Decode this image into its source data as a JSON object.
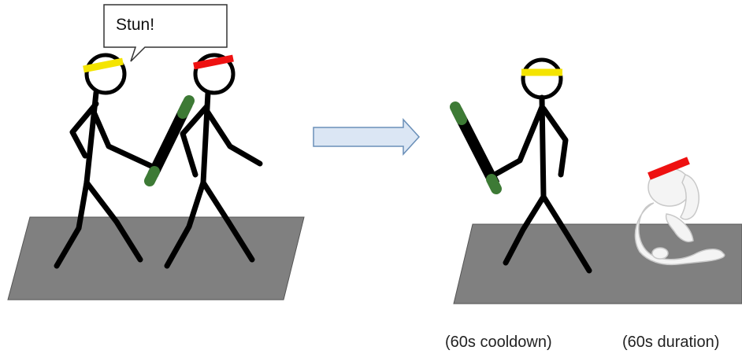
{
  "speech_bubble": {
    "text": "Stun!"
  },
  "captions": {
    "cooldown": "(60s cooldown)",
    "duration": "(60s duration)"
  },
  "colors": {
    "floor": "#808080",
    "attacker_headband": "#f4e400",
    "victim_headband": "#ee1111",
    "baton_tip": "#3d7a35",
    "arrow_fill": "#dbe6f4",
    "arrow_stroke": "#6a8fb8"
  }
}
